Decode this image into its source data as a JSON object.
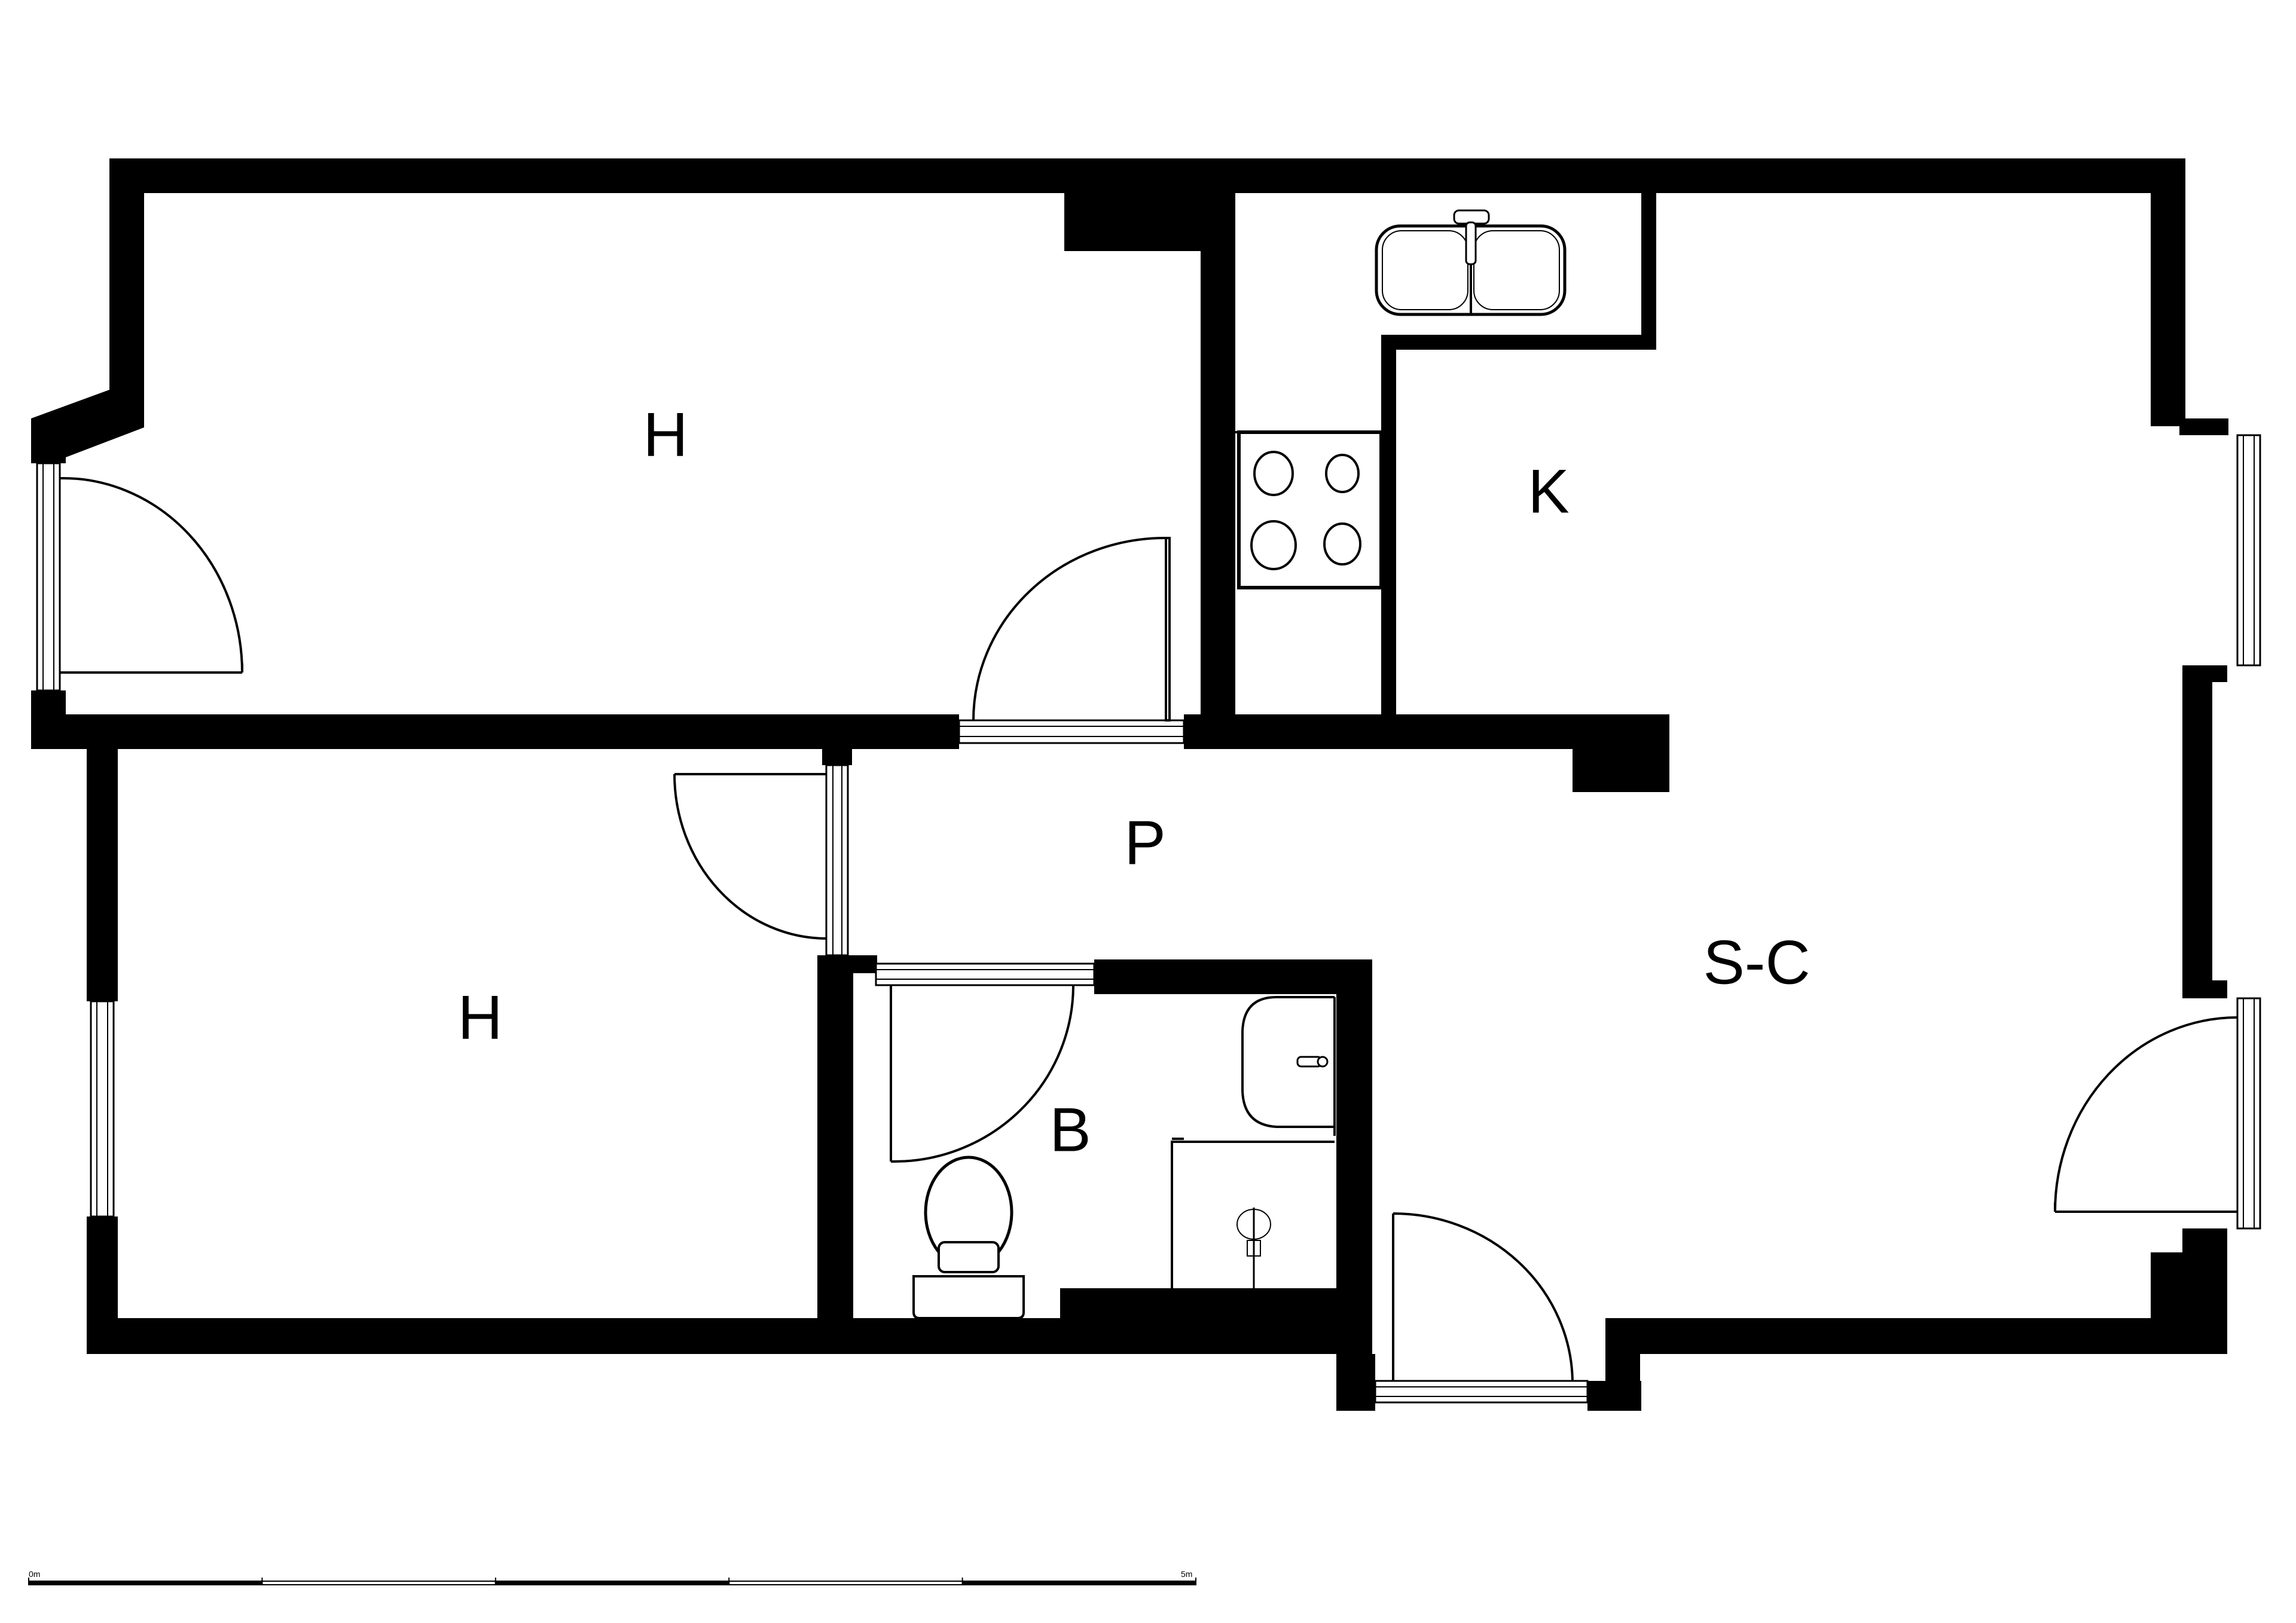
{
  "rooms": [
    {
      "id": "bedroom-1",
      "label": "H"
    },
    {
      "id": "bedroom-2",
      "label": "H"
    },
    {
      "id": "kitchen",
      "label": "K"
    },
    {
      "id": "hallway",
      "label": "P"
    },
    {
      "id": "bathroom",
      "label": "B"
    },
    {
      "id": "living-dining",
      "label": "S-C"
    }
  ],
  "scale_bar": {
    "start_label": "0m",
    "end_label": "5m",
    "segments": 5
  },
  "colors": {
    "wall": "#000000",
    "background": "#ffffff"
  }
}
